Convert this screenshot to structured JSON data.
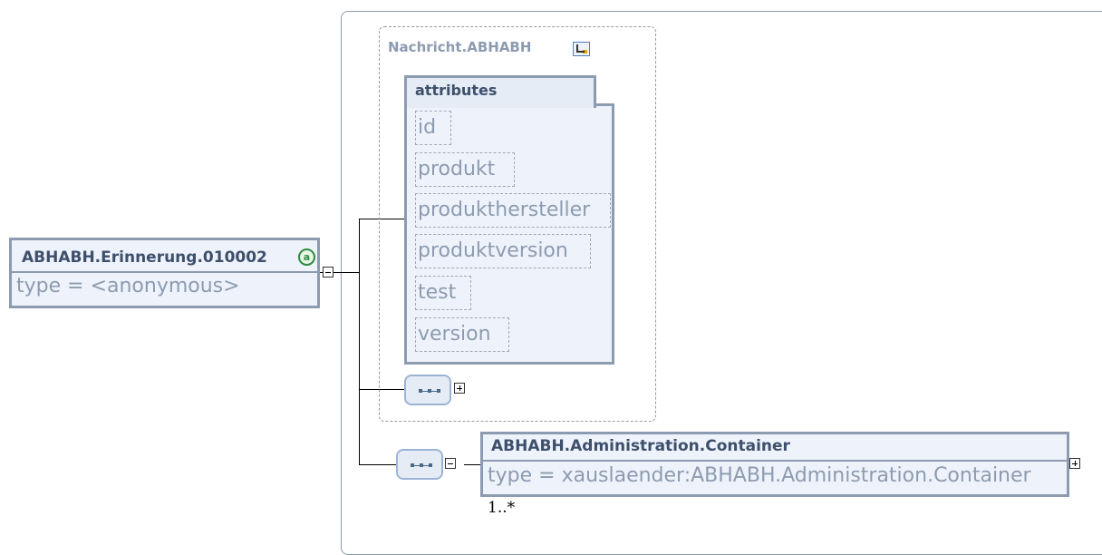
{
  "root_element": {
    "name": "ABHABH.Erinnerung.010002",
    "type": "type = <anonymous>",
    "icon": "attribute-a-icon"
  },
  "group": {
    "title": "Nachricht.ABHABH",
    "icon": "group-link-icon"
  },
  "attributes": {
    "title": "attributes",
    "items": [
      "id",
      "produkt",
      "produkthersteller",
      "produktversion",
      "test",
      "version"
    ]
  },
  "child_element": {
    "name": "ABHABH.Administration.Container",
    "type": "type = xauslaender:ABHABH.Administration.Container",
    "multiplicity": "1..*"
  },
  "colors": {
    "box_fill": "#eef3fb",
    "box_border": "#8d9bb0",
    "muted_text": "#8d9bb0",
    "dark_text": "#3d4f6b",
    "attribute_icon": "#2e8b3d"
  }
}
